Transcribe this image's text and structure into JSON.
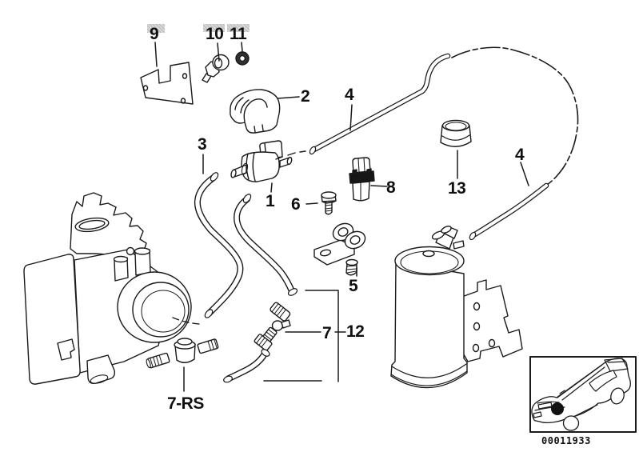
{
  "callouts": {
    "c1": "1",
    "c2": "2",
    "c3": "3",
    "c4a": "4",
    "c4b": "4",
    "c5": "5",
    "c6": "6",
    "c7": "7",
    "c8": "8",
    "c9": "9",
    "c10": "10",
    "c11": "11",
    "c12": "12",
    "c13": "13",
    "c7rs": "7-RS"
  },
  "footer": {
    "image_number": "00011933"
  },
  "colors": {
    "line": "#1a1a1a",
    "background": "#ffffff",
    "callout_highlight": "#cccccc"
  }
}
